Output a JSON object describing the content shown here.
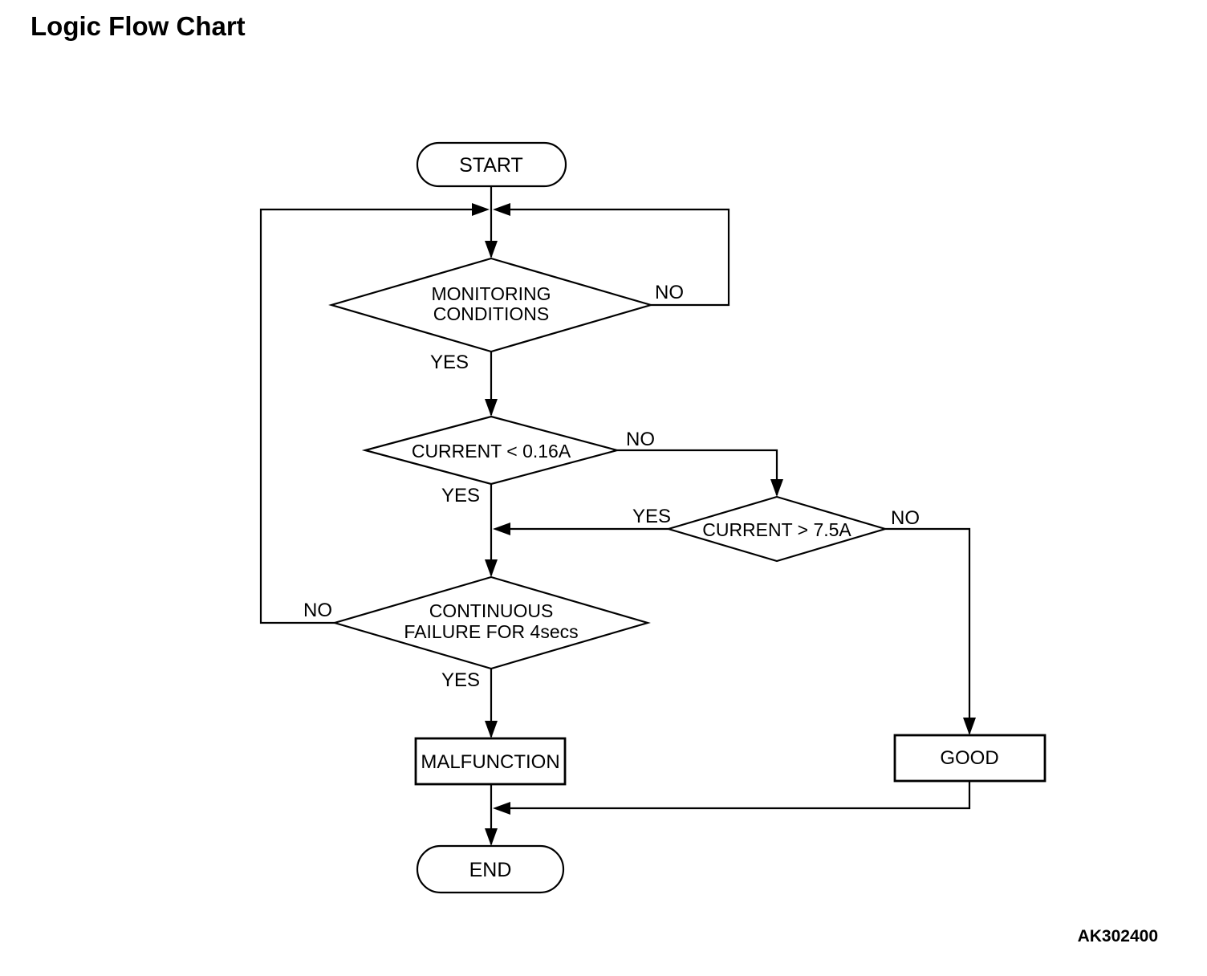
{
  "header": {
    "title": "Logic Flow Chart"
  },
  "footer": {
    "figure_code": "AK302400"
  },
  "colors": {
    "line": "#000000",
    "shape_fill": "#ffffff",
    "text": "#000000",
    "background": "#ffffff"
  },
  "flowchart": {
    "start": {
      "label": "START"
    },
    "decisions": {
      "monitoring": {
        "label_line1": "MONITORING",
        "label_line2": "CONDITIONS",
        "no": "NO",
        "yes": "YES"
      },
      "current_low": {
        "label": "CURRENT < 0.16A",
        "no": "NO",
        "yes": "YES"
      },
      "current_high": {
        "label": "CURRENT > 7.5A",
        "yes": "YES",
        "no": "NO"
      },
      "continuous_failure": {
        "label_line1": "CONTINUOUS",
        "label_line2": "FAILURE FOR 4secs",
        "no": "NO",
        "yes": "YES"
      }
    },
    "processes": {
      "malfunction": {
        "label": "MALFUNCTION"
      },
      "good": {
        "label": "GOOD"
      }
    },
    "end": {
      "label": "END"
    },
    "connections": [
      {
        "from": "START",
        "to": "MONITORING CONDITIONS"
      },
      {
        "from": "MONITORING CONDITIONS",
        "branch": "NO",
        "to": "MONITORING CONDITIONS"
      },
      {
        "from": "MONITORING CONDITIONS",
        "branch": "YES",
        "to": "CURRENT < 0.16A"
      },
      {
        "from": "CURRENT < 0.16A",
        "branch": "NO",
        "to": "CURRENT > 7.5A"
      },
      {
        "from": "CURRENT < 0.16A",
        "branch": "YES",
        "to": "CONTINUOUS FAILURE FOR 4secs"
      },
      {
        "from": "CURRENT > 7.5A",
        "branch": "YES",
        "to": "CONTINUOUS FAILURE FOR 4secs"
      },
      {
        "from": "CURRENT > 7.5A",
        "branch": "NO",
        "to": "GOOD"
      },
      {
        "from": "CONTINUOUS FAILURE FOR 4secs",
        "branch": "NO",
        "to": "MONITORING CONDITIONS"
      },
      {
        "from": "CONTINUOUS FAILURE FOR 4secs",
        "branch": "YES",
        "to": "MALFUNCTION"
      },
      {
        "from": "MALFUNCTION",
        "to": "END"
      },
      {
        "from": "GOOD",
        "to": "END"
      }
    ]
  }
}
